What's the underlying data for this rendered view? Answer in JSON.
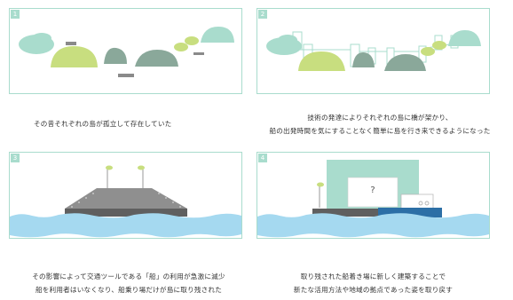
{
  "panels": [
    {
      "number": "1",
      "caption_lines": [
        "その昔それぞれの島が孤立して存在していた"
      ]
    },
    {
      "number": "2",
      "caption_lines": [
        "技術の発達によりそれぞれの島に橋が架かり、",
        "船の出発時間を気にすることなく簡単に島を行き来できるようになった"
      ]
    },
    {
      "number": "3",
      "caption_lines": [
        "その影響によって交通ツールである「船」の利用が急激に減少",
        "船を利用者はいなくなり、船乗り場だけが島に取り残された"
      ]
    },
    {
      "number": "4",
      "caption_lines": [
        "取り残された船着き場に新しく建築することで",
        "新たな活用方法や地域の拠点であった姿を取り戻す"
      ],
      "screen_mark": "?"
    }
  ],
  "colors": {
    "border": "#a9dccd",
    "island_mint": "#a9dccd",
    "island_lime": "#c8de7f",
    "island_grey": "#8aa89a",
    "water": "#a5d9f0",
    "pier": "#7d7d7d",
    "building": "#a9dccd",
    "blue_deck": "#2c6fa6"
  }
}
